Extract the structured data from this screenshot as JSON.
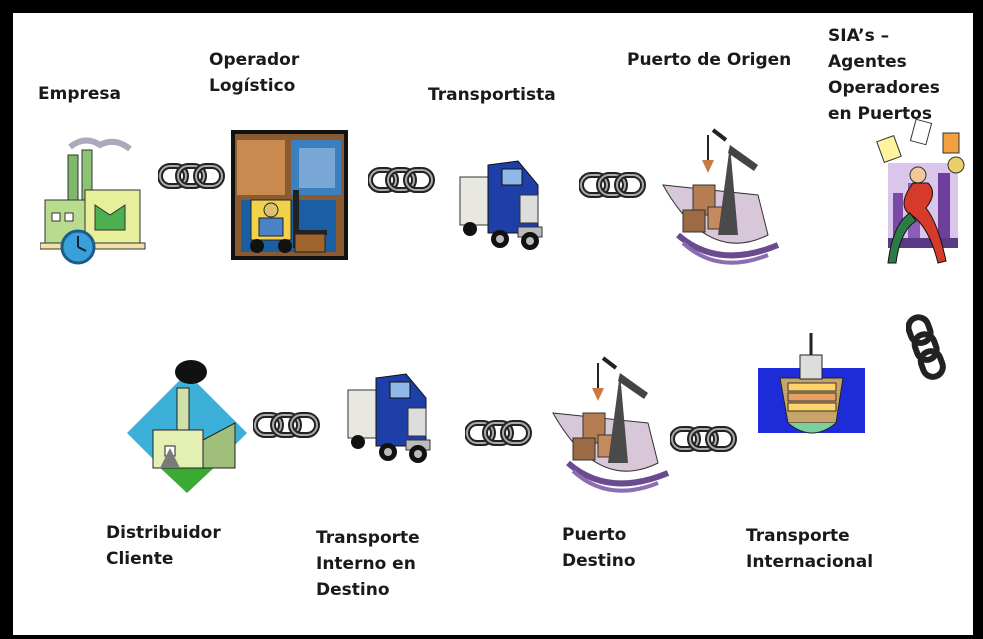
{
  "diagram": {
    "top_row": [
      {
        "label": "Empresa",
        "icon": "factory-icon"
      },
      {
        "label": "Operador\nLogístico",
        "icon": "forklift-warehouse-icon"
      },
      {
        "label": "Transportista",
        "icon": "truck-icon"
      },
      {
        "label": "Puerto de Origen",
        "icon": "port-crane-ship-icon"
      },
      {
        "label": "SIA’s – Agentes\nOperadores\nen Puertos",
        "icon": "agent-juggling-icon"
      }
    ],
    "bottom_row": [
      {
        "label": "Distribuidor\nCliente",
        "icon": "distributor-factory-icon"
      },
      {
        "label": "Transporte\nInterno en\nDestino",
        "icon": "truck-icon"
      },
      {
        "label": "Puerto\nDestino",
        "icon": "port-crane-ship-icon"
      },
      {
        "label": "Transporte\nInternacional",
        "icon": "cargo-ship-icon"
      }
    ],
    "connector_icon": "chain-link-icon",
    "colors": {
      "frame": "#000000",
      "background": "#ffffff",
      "text": "#1a1a1a"
    }
  }
}
